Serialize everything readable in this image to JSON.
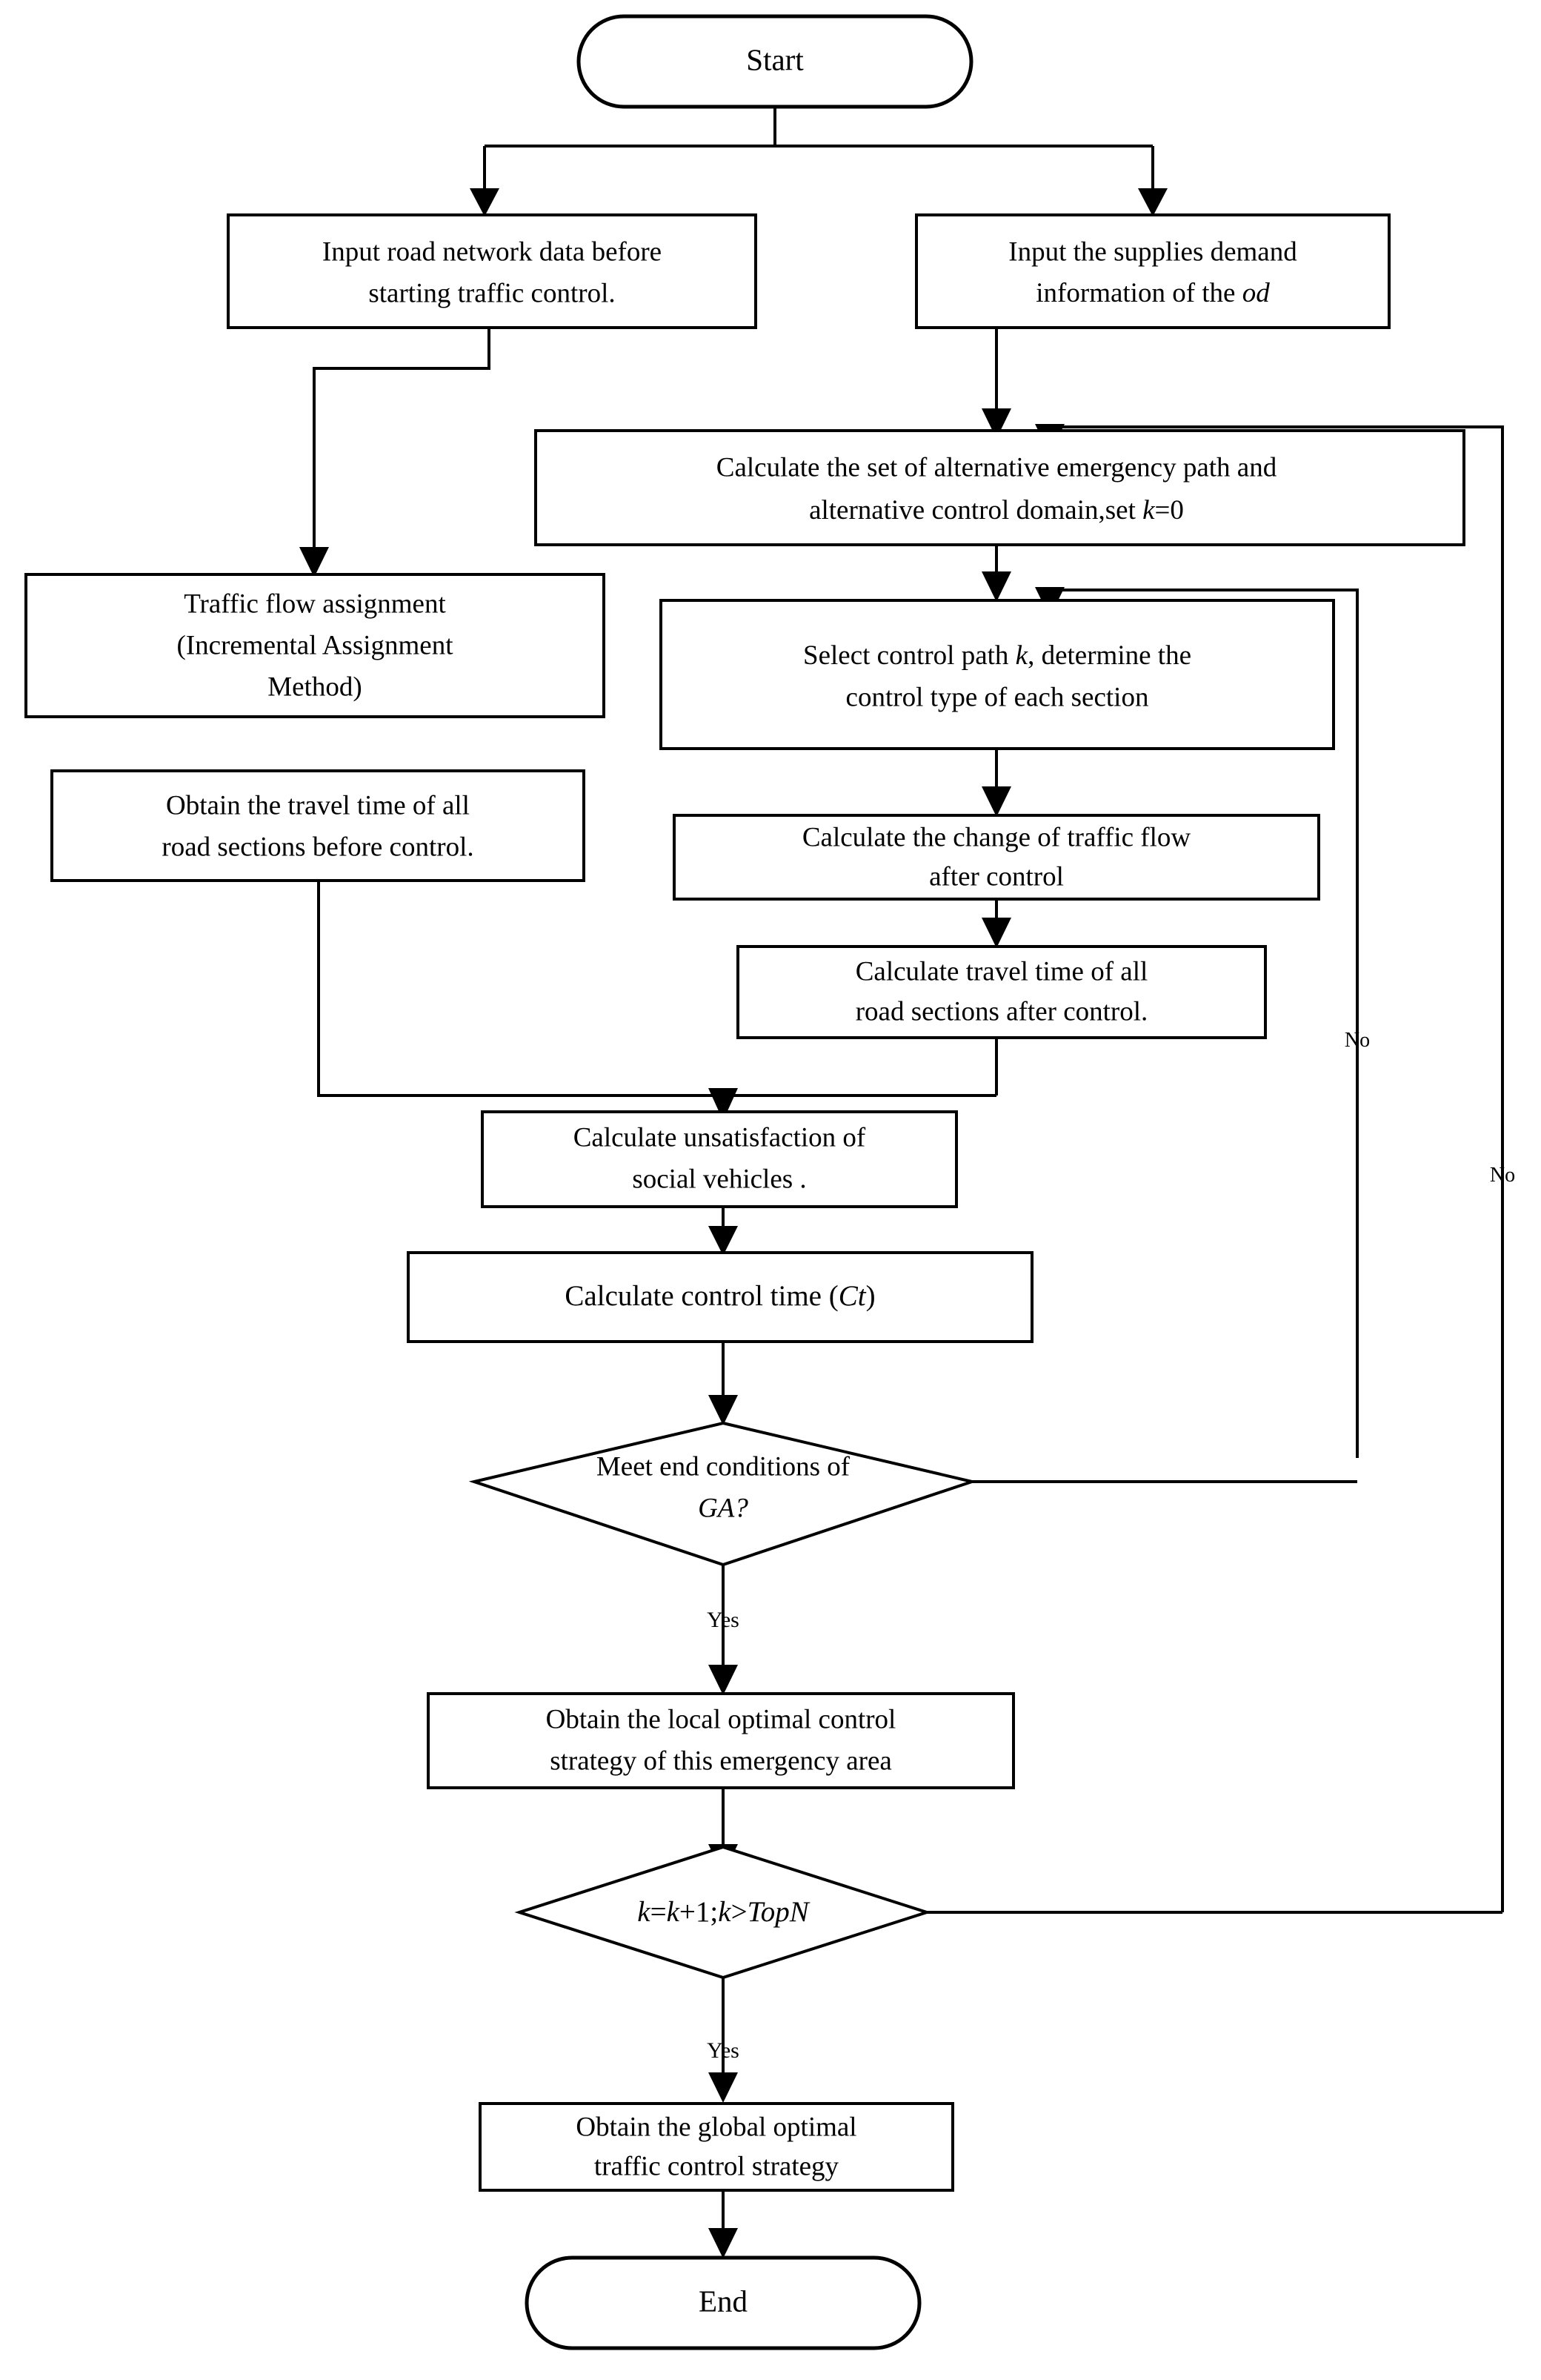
{
  "diagram": {
    "title": "Emergency traffic control strategy flowchart",
    "stroke_color": "#000000",
    "fill_color": "#ffffff"
  },
  "nodes": {
    "start": {
      "label": "Start",
      "shape": "terminator"
    },
    "input_network": {
      "line1": "Input road network data before",
      "line2": "starting traffic control.",
      "shape": "process"
    },
    "input_supplies": {
      "line1": "Input the supplies demand",
      "line2a": "information of the ",
      "line2b": "od",
      "shape": "process"
    },
    "calc_alternative": {
      "line1": "Calculate the set of alternative emergency path and",
      "line2a": "alternative control domain,set ",
      "line2b": "k",
      "line2c": "=0",
      "shape": "process"
    },
    "traffic_assignment": {
      "line1": "Traffic flow assignment",
      "line2": "(Incremental Assignment",
      "line3": "Method)",
      "shape": "process"
    },
    "obtain_travel_before": {
      "line1": "Obtain the travel time of all",
      "line2": "road sections before control.",
      "shape": "process"
    },
    "select_path": {
      "line1a": "Select  control path ",
      "line1b": "k",
      "line1c": ", determine the",
      "line2": "control type of each section",
      "shape": "process"
    },
    "calc_change_flow": {
      "line1": "Calculate the change of traffic flow",
      "line2": "after control",
      "shape": "process"
    },
    "calc_travel_after": {
      "line1": "Calculate travel time of all",
      "line2": "road sections after control.",
      "shape": "process"
    },
    "calc_unsatisfaction": {
      "line1": "Calculate unsatisfaction of",
      "line2": "social vehicles .",
      "shape": "process"
    },
    "calc_control_time": {
      "line1a": "Calculate control time (",
      "line1b": "Ct",
      "line1c": ")",
      "shape": "process"
    },
    "decision_ga": {
      "line1": "Meet  end conditions of",
      "line2": "GA?",
      "shape": "decision"
    },
    "obtain_local": {
      "line1": "Obtain the local optimal control",
      "line2": "strategy of this emergency area",
      "shape": "process"
    },
    "decision_topn": {
      "line1a": "k",
      "line1b": "=",
      "line1c": "k",
      "line1d": "+1;",
      "line1e": "k",
      "line1f": ">",
      "line1g": "TopN",
      "shape": "decision"
    },
    "obtain_global": {
      "line1": "Obtain the global optimal",
      "line2": "traffic control strategy",
      "shape": "process"
    },
    "end": {
      "label": "End",
      "shape": "terminator"
    }
  },
  "edge_labels": {
    "ga_no": "No",
    "topn_no": "No",
    "ga_yes": "Yes",
    "topn_yes": "Yes"
  }
}
